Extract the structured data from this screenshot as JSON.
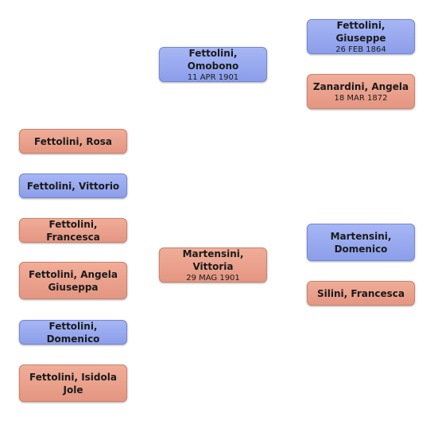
{
  "colors": {
    "male": "#95a6ef",
    "female": "#eaa18d"
  },
  "children": [
    {
      "name": "Fettolini, Rosa",
      "sex": "female"
    },
    {
      "name": "Fettolini, Vittorio",
      "sex": "male"
    },
    {
      "name": "Fettolini, Francesca",
      "sex": "female"
    },
    {
      "name": "Fettolini, Angela Giuseppa",
      "sex": "female"
    },
    {
      "name": "Fettolini, Domenico",
      "sex": "male"
    },
    {
      "name": "Fettolini, Isidola Jole",
      "sex": "female"
    }
  ],
  "parents": [
    {
      "name": "Fettolini, Omobono",
      "date": "11 APR 1901",
      "sex": "male"
    },
    {
      "name": "Martensini, Vittoria",
      "date": "29 MAG 1901",
      "sex": "female"
    }
  ],
  "grandparents": [
    {
      "name": "Fettolini, Giuseppe",
      "date": "26 FEB 1864",
      "sex": "male"
    },
    {
      "name": "Zanardini, Angela",
      "date": "18 MAR 1872",
      "sex": "female"
    },
    {
      "name": "Martensini, Domenico",
      "sex": "male"
    },
    {
      "name": "Silini, Francesca",
      "sex": "female"
    }
  ]
}
